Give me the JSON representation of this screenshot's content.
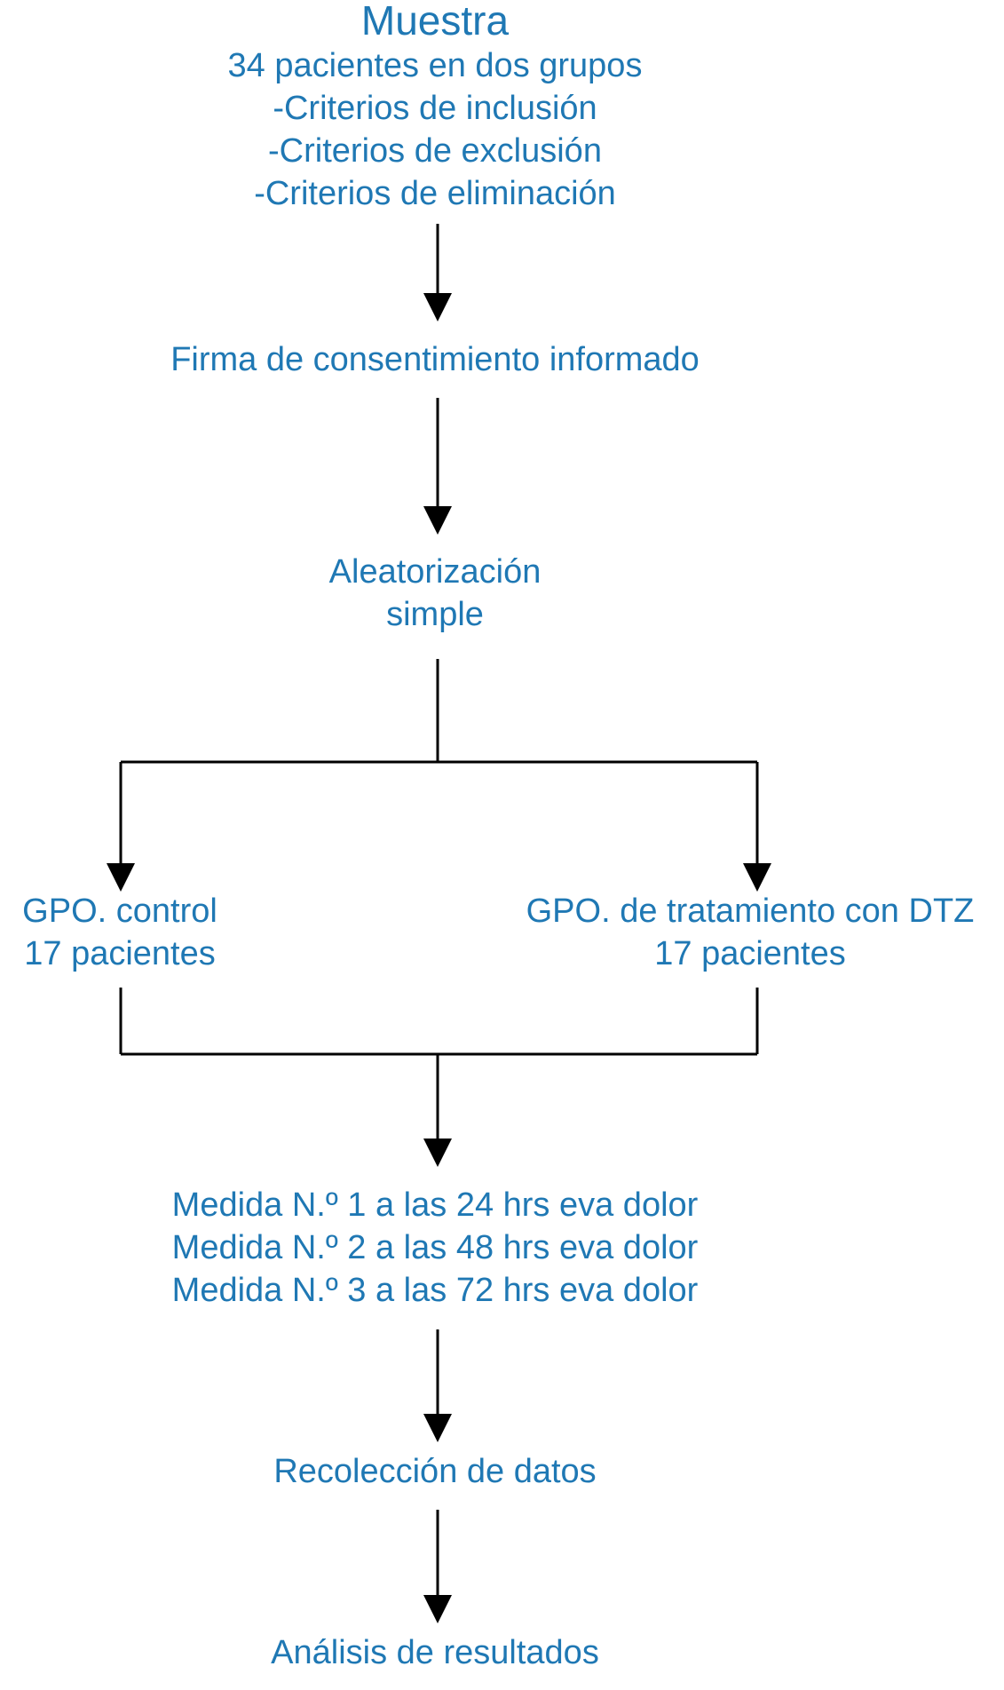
{
  "flowchart": {
    "sample": {
      "title": "Muestra",
      "lines": [
        "34 pacientes en dos grupos",
        "-Criterios de inclusión",
        "-Criterios de exclusión",
        "-Criterios de eliminación"
      ]
    },
    "consent": "Firma de consentimiento informado",
    "randomization": [
      "Aleatorización",
      "simple"
    ],
    "control_group": [
      "GPO. control",
      "17 pacientes"
    ],
    "treatment_group": [
      "GPO. de tratamiento con DTZ",
      "17 pacientes"
    ],
    "measures": [
      "Medida N.º 1 a las 24 hrs eva dolor",
      "Medida N.º 2 a las 48 hrs eva dolor",
      "Medida N.º 3 a las 72 hrs eva dolor"
    ],
    "data_collection": "Recolección de datos",
    "analysis": "Análisis de resultados"
  },
  "colors": {
    "text": "#1f78b4",
    "lines": "#000000"
  }
}
